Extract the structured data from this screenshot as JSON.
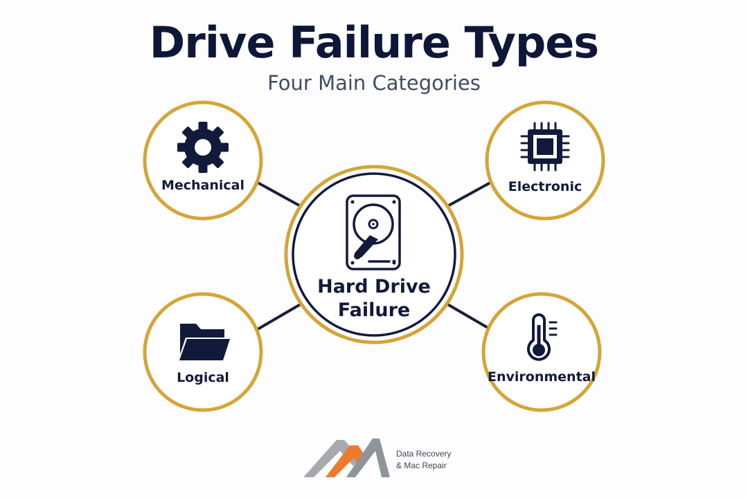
{
  "title": "Drive Failure Types",
  "subtitle": "Four Main Categories",
  "center": {
    "label_line1": "Hard Drive",
    "label_line2": "Failure",
    "icon": "hard-drive-icon"
  },
  "categories": [
    {
      "label": "Mechanical",
      "icon": "gear-icon"
    },
    {
      "label": "Electronic",
      "icon": "chip-icon"
    },
    {
      "label": "Logical",
      "icon": "folder-icon"
    },
    {
      "label": "Environmental",
      "icon": "thermometer-icon"
    }
  ],
  "brand": {
    "line1": "Data Recovery",
    "line2": "& Mac Repair",
    "logo": "mountain-logo-icon"
  },
  "colors": {
    "ring": "#d4a537",
    "navy": "#111a3a",
    "connector": "#1a1f36",
    "logo_gray": "#9ea3a8",
    "logo_orange": "#ee7a2b"
  }
}
